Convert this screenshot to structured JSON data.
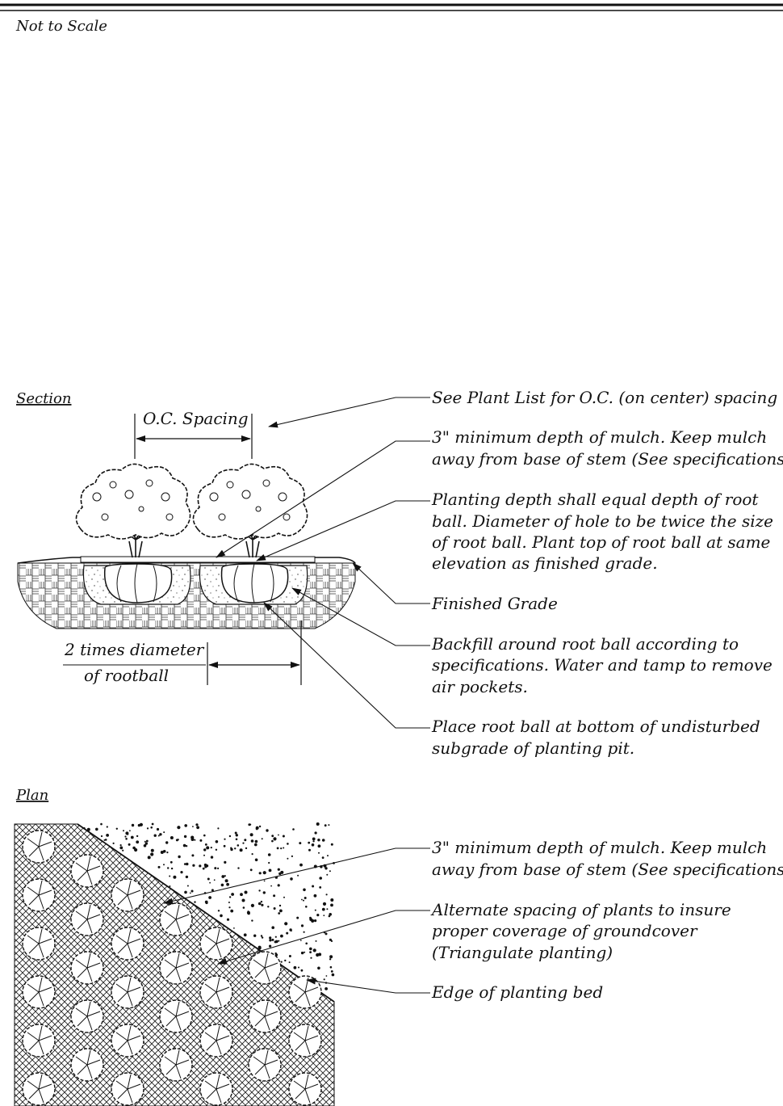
{
  "header": {
    "note": "Not to Scale"
  },
  "section": {
    "title": "Section",
    "oc_label": "O.C. Spacing",
    "dim_label_line1": "2 times diameter",
    "dim_label_line2": "of rootball",
    "callouts": [
      {
        "lines": [
          "See Plant List for O.C. (on center) spacing"
        ]
      },
      {
        "lines": [
          "3\" minimum depth of mulch.  Keep mulch",
          "away from base of stem (See specifications)"
        ]
      },
      {
        "lines": [
          "Planting depth shall equal depth of root",
          "ball.  Diameter of hole to be twice the size",
          "of root ball.  Plant top of root ball at same",
          "elevation as finished  grade."
        ]
      },
      {
        "lines": [
          "Finished Grade"
        ]
      },
      {
        "lines": [
          "Backfill around root ball according to",
          "specifications.  Water and tamp to remove",
          "air pockets."
        ]
      },
      {
        "lines": [
          "Place root ball at bottom of undisturbed",
          "subgrade of planting pit."
        ]
      }
    ]
  },
  "plan": {
    "title": "Plan",
    "callouts": [
      {
        "lines": [
          "3\" minimum depth of mulch.  Keep mulch",
          "away from base of stem (See specifications)"
        ]
      },
      {
        "lines": [
          "Alternate spacing of plants to insure",
          "proper coverage of groundcover",
          "(Triangulate planting)"
        ]
      },
      {
        "lines": [
          "Edge of planting bed"
        ]
      }
    ]
  }
}
